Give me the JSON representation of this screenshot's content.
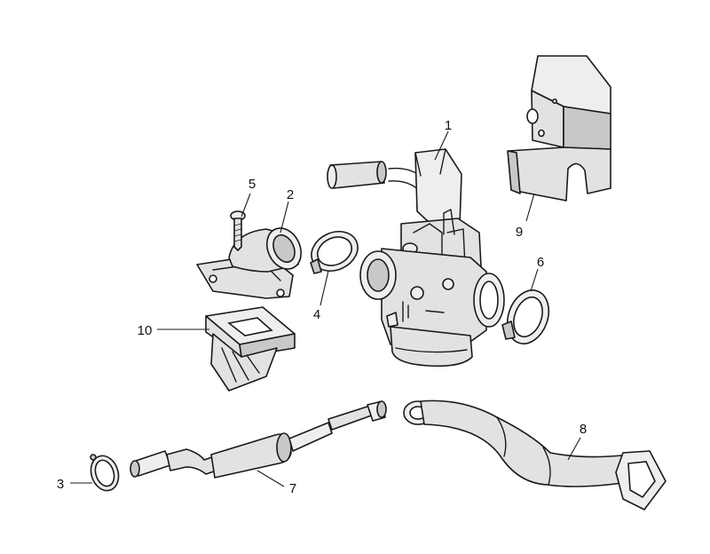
{
  "callouts": {
    "c1": "1",
    "c2": "2",
    "c3": "3",
    "c4": "4",
    "c5": "5",
    "c6": "6",
    "c7": "7",
    "c8": "8",
    "c9": "9",
    "c10": "10"
  },
  "colors": {
    "line": "#1a1a1a",
    "fill": "#e2e2e2",
    "background": "#ffffff"
  }
}
